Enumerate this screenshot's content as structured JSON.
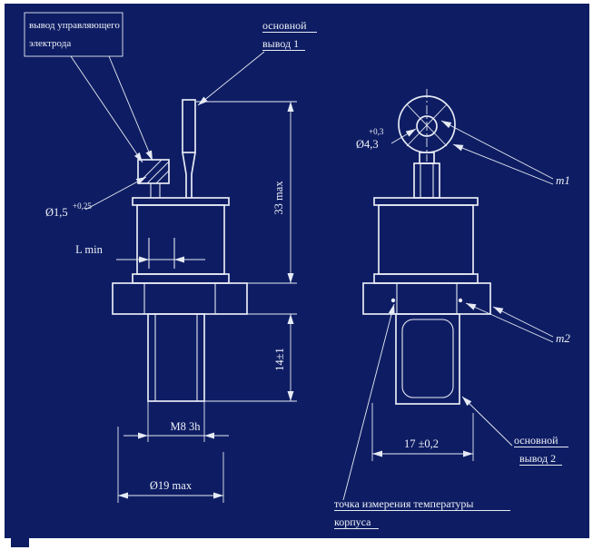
{
  "colors": {
    "background": "#0e1d63",
    "line": "#e6eaf4",
    "text": "#eef1f8",
    "frame": "#ffffff"
  },
  "labels": {
    "control_electrode_l1": "вывод управляющего",
    "control_electrode_l2": "электрода",
    "main_lead1_l1": "основной",
    "main_lead1_l2": "вывод 1",
    "dia15_value": "Ø1,5",
    "dia15_tol": "+0,25",
    "l_min": "L min",
    "dim_33": "33 max",
    "dim_14": "14±1",
    "thread": "М8 3h",
    "dia19": "Ø19 max",
    "dia43_value": "Ø4,3",
    "dia43_tol": "+0,3",
    "m1": "m1",
    "m2": "m2",
    "dim_17": "17 ±0,2",
    "main_lead2_l1": "основной",
    "main_lead2_l2": "вывод 2",
    "temp_point_l1": "точка измерения температуры",
    "temp_point_l2": "корпуса"
  }
}
